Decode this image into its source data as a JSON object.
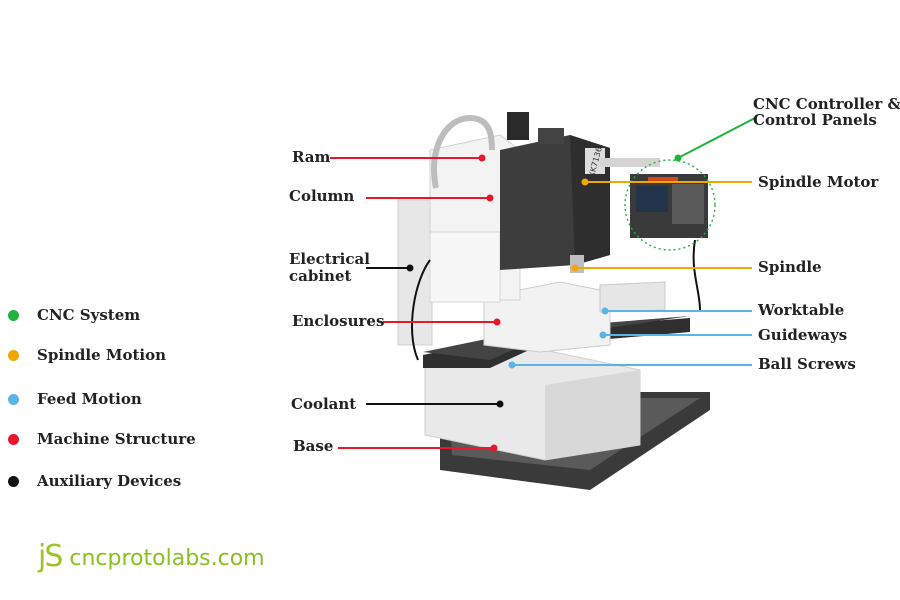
{
  "colors": {
    "cnc_system": "#1db33c",
    "spindle_motion": "#f0a800",
    "feed_motion": "#5ab4e6",
    "machine_structure": "#e8172b",
    "auxiliary_devices": "#111111",
    "logo_green": "#8bbf1f"
  },
  "machine": {
    "model_label": "XK7136"
  },
  "labels": {
    "ram": "Ram",
    "column": "Column",
    "electrical_cabinet_line1": "Electrical",
    "electrical_cabinet_line2": "cabinet",
    "enclosures": "Enclosures",
    "coolant": "Coolant",
    "base": "Base",
    "cnc_controller_line1": "CNC Controller &",
    "cnc_controller_line2": "Control Panels",
    "spindle_motor": "Spindle Motor",
    "spindle": "Spindle",
    "worktable": "Worktable",
    "guideways": "Guideways",
    "ball_screws": "Ball Screws"
  },
  "legend": [
    {
      "label": "CNC System",
      "color_key": "cnc_system"
    },
    {
      "label": "Spindle Motion",
      "color_key": "spindle_motion"
    },
    {
      "label": "Feed Motion",
      "color_key": "feed_motion"
    },
    {
      "label": "Machine Structure",
      "color_key": "machine_structure"
    },
    {
      "label": "Auxiliary Devices",
      "color_key": "auxiliary_devices"
    }
  ],
  "logo": {
    "mark": "jS",
    "text": "cncprotolabs.com"
  }
}
